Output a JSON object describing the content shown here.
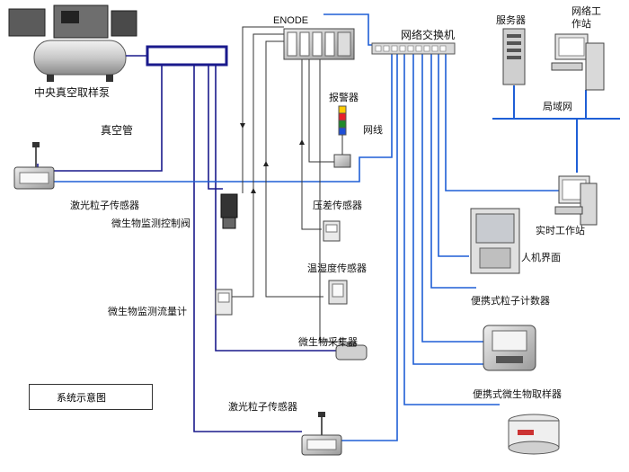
{
  "labels": {
    "pump": "中央真空取样泵",
    "vacuum_tube": "真空管",
    "enode": "ENODE",
    "switch": "网络交换机",
    "server": "服务器",
    "workstation": "网络工\n作站",
    "lan": "局域网",
    "alarm": "报警器",
    "network_cable": "网线",
    "laser_sensor_top": "激光粒子传感器",
    "control_valve": "微生物监测控制阀",
    "pressure_sensor": "压差传感器",
    "realtime_ws": "实时工作站",
    "hmi": "人机界面",
    "temp_humidity": "温湿度传感器",
    "flow_meter": "微生物监测流量计",
    "portable_counter": "便携式粒子计数器",
    "bio_collector": "微生物采集器",
    "legend": "系统示意图",
    "portable_sampler": "便携式微生物取样器",
    "laser_sensor_bottom": "激光粒子传感器"
  },
  "colors": {
    "vacuum_line": "#1a1a8c",
    "network_line": "#1f5fd6",
    "signal_line": "#333333",
    "lan_line": "#1f5fd6"
  }
}
